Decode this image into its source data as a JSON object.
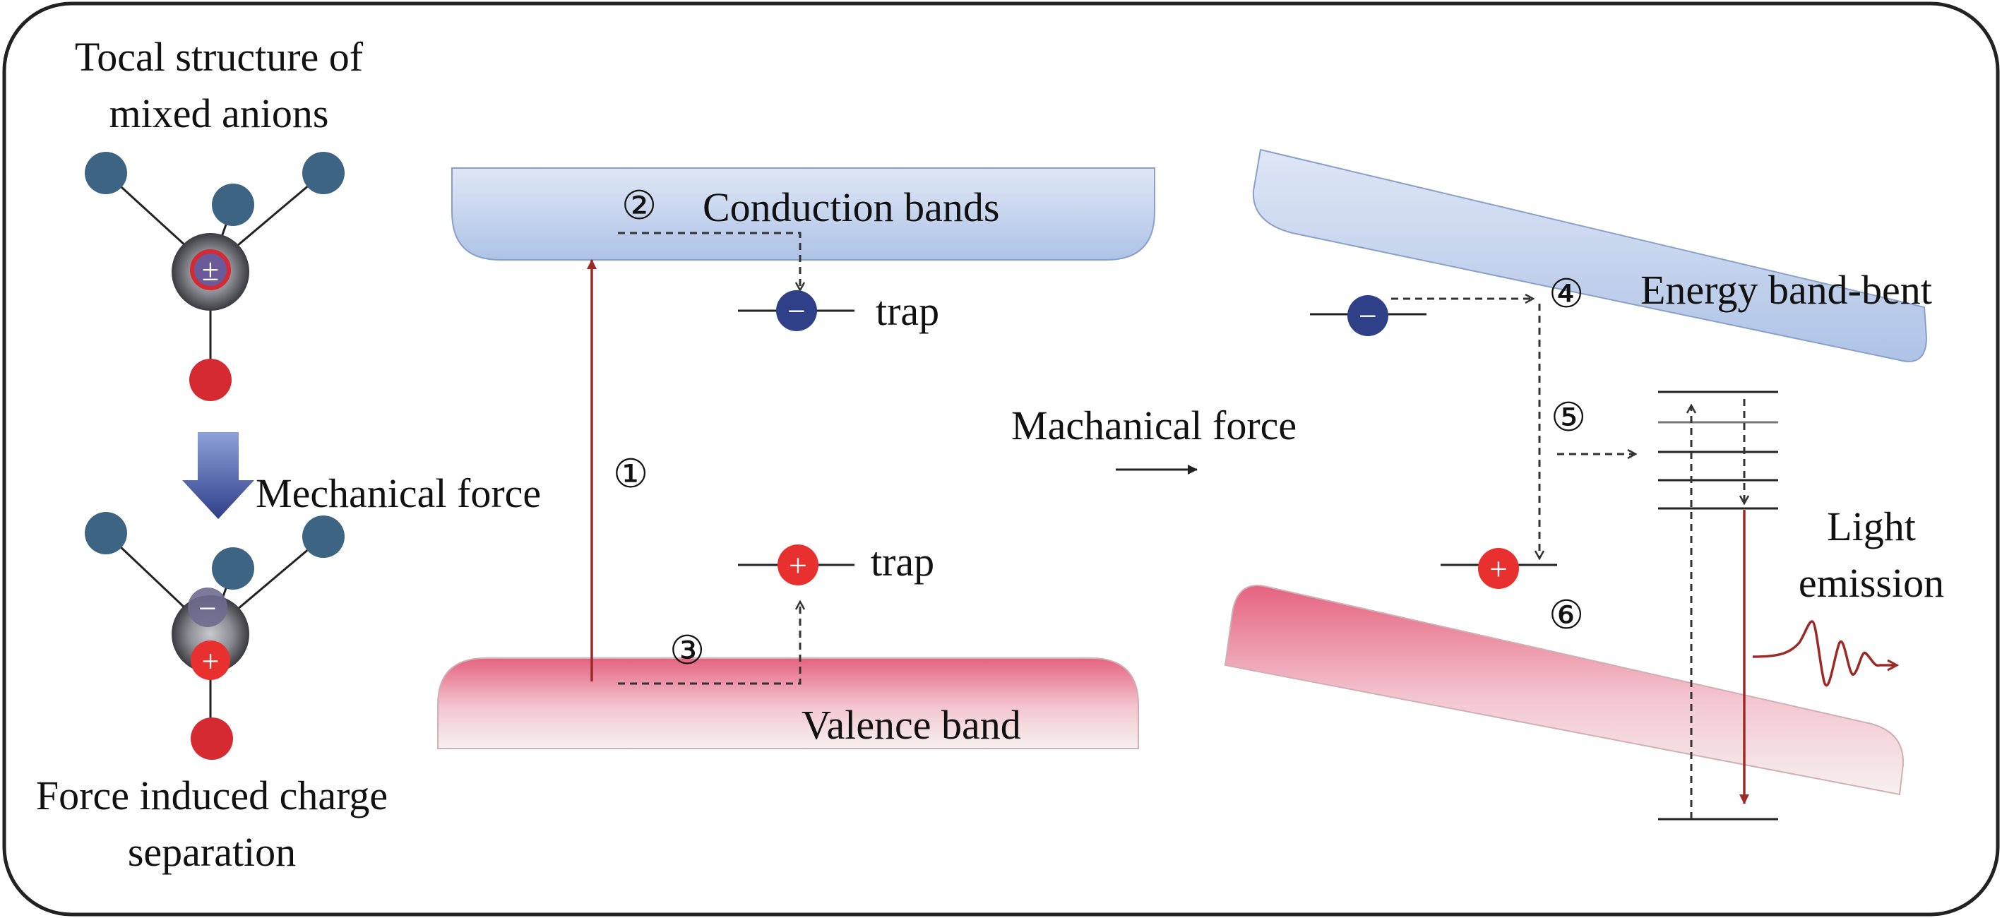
{
  "left_panel": {
    "title_line1": "Tocal structure of",
    "title_line2": "mixed anions",
    "arrow_label": "Mechanical force",
    "bottom_line1": "Force induced charge",
    "bottom_line2": "separation",
    "signs": {
      "plus": "+",
      "minus": "−",
      "mixed": "±"
    }
  },
  "center_panel": {
    "conduction_label": "Conduction bands",
    "valence_label": "Valence band",
    "trap_electron": "trap",
    "trap_hole": "trap",
    "step1": "①",
    "step2": "②",
    "step3": "③"
  },
  "transition": {
    "label": "Machanical force"
  },
  "right_panel": {
    "bent_label": "Energy band-bent",
    "step4": "④",
    "step5": "⑤",
    "step6": "⑥",
    "emission_line1": "Light",
    "emission_line2": "emission"
  },
  "colors": {
    "anion": "#3e6483",
    "cation": "#d62a32",
    "electron": "#2f3f88",
    "hole": "#e8312f",
    "excitation_arrow": "#9b2a26",
    "mech_arrow": "#3a4a92",
    "conduction_fill": "#b7c9e8",
    "valence_fill": "#e5728a"
  }
}
